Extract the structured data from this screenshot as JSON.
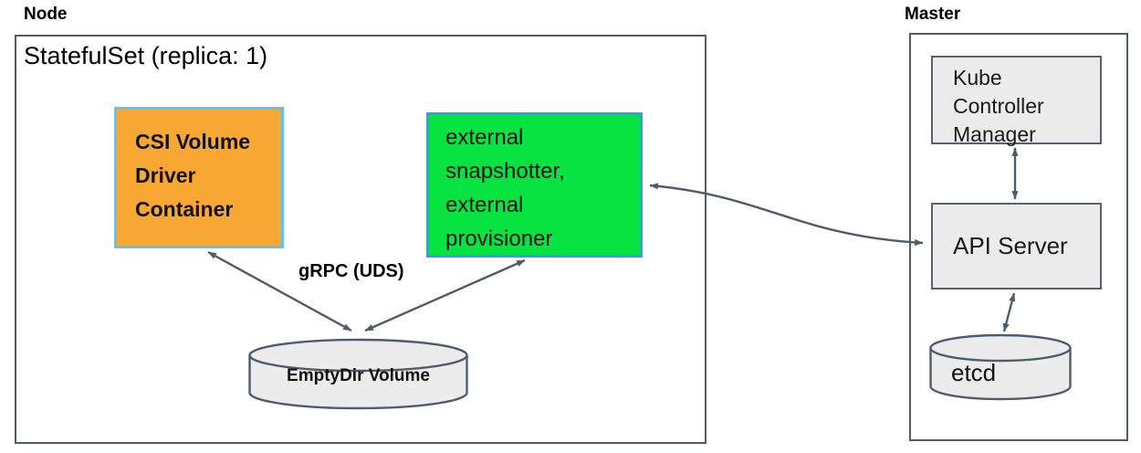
{
  "node": {
    "label": "Node",
    "statefulset_title": "StatefulSet (replica: 1)",
    "csi_box_label": "CSI Volume Driver Container",
    "external_box_label": "external snapshotter, external provisioner",
    "grpc_label": "gRPC (UDS)",
    "emptydir_label": "EmptyDir Volume"
  },
  "master": {
    "label": "Master",
    "kcm_label": "Kube Controller Manager",
    "api_server_label": "API Server",
    "etcd_label": "etcd"
  },
  "colors": {
    "csi_box_fill": "#F8A832",
    "csi_box_border": "#5FC4F1",
    "external_box_fill": "#07E442",
    "external_box_border": "#2CA3E8",
    "gray_fill": "#EBEBEB",
    "outline_and_arrows": "#4E5D6E",
    "text": "#111111"
  },
  "connections": [
    {
      "from": "CSI Volume Driver Container",
      "to": "EmptyDir Volume",
      "bidirectional": true,
      "label": "gRPC (UDS)"
    },
    {
      "from": "external snapshotter, external provisioner",
      "to": "EmptyDir Volume",
      "bidirectional": true,
      "label": "gRPC (UDS)"
    },
    {
      "from": "external snapshotter, external provisioner",
      "to": "API Server",
      "bidirectional": true
    },
    {
      "from": "Kube Controller Manager",
      "to": "API Server",
      "bidirectional": true
    },
    {
      "from": "API Server",
      "to": "etcd",
      "bidirectional": true
    }
  ]
}
